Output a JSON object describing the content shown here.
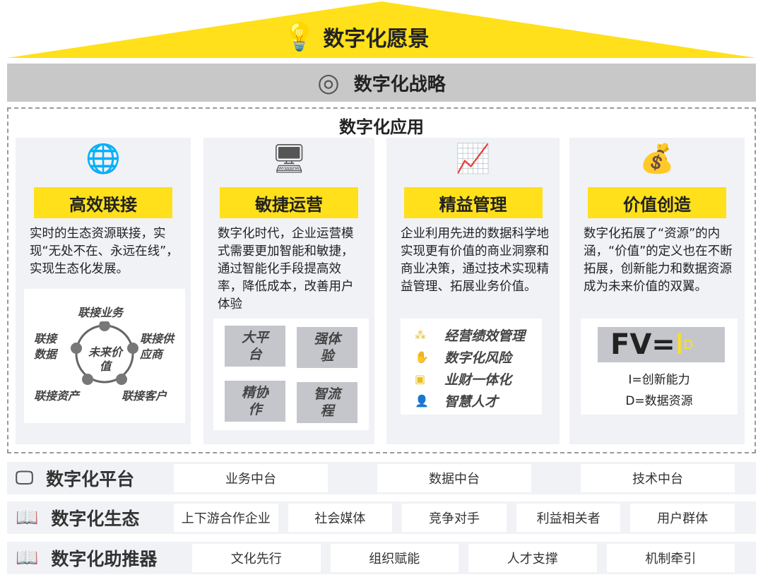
{
  "vision": {
    "title": "数字化愿景",
    "icon": "lightbulb-icon"
  },
  "strategy": {
    "title": "数字化战略",
    "icon": "target-icon"
  },
  "application": {
    "title": "数字化应用",
    "cards": [
      {
        "label": "高效联接",
        "icon": "globe-network-icon",
        "desc": "实时的生态资源联接，实现“无处不在、永远在线”，实现生态化发展。",
        "diagram": {
          "center": "未来价值",
          "nodes": [
            "联接业务",
            "联接供应商",
            "联接客户",
            "联接资产",
            "联接数据"
          ]
        }
      },
      {
        "label": "敏捷运营",
        "icon": "devices-icon",
        "desc": "数字化时代，企业运营模式需要更加智能和敏捷，通过智能化手段提高效率，降低成本，改善用户体验",
        "tiles": [
          "大平台",
          "强体验",
          "精协作",
          "智流程"
        ]
      },
      {
        "label": "精益管理",
        "icon": "analytics-chart-icon",
        "desc": "企业利用先进的数据科学地实现更有价值的商业洞察和商业决策，通过技术实现精益管理、拓展业务价值。",
        "items": [
          "经营绩效管理",
          "数字化风险",
          "业财一体化",
          "智慧人才"
        ]
      },
      {
        "label": "价值创造",
        "icon": "money-hand-icon",
        "desc": "数字化拓展了“资源”的内涵，“价值”的定义也在不断拓展，创新能力和数据资源成为未来价值的双翼。",
        "formula": {
          "lhs": "FV=",
          "i": "I",
          "d": "D",
          "legend": [
            "I=创新能力",
            "D=数据资源"
          ]
        }
      }
    ]
  },
  "rows": [
    {
      "title": "数字化平台",
      "icon": "screen-icon",
      "cells": [
        "业务中台",
        "数据中台",
        "技术中台"
      ]
    },
    {
      "title": "数字化生态",
      "icon": "book-bulb-icon",
      "cells": [
        "上下游合作企业",
        "社会媒体",
        "竞争对手",
        "利益相关者",
        "用户群体"
      ]
    },
    {
      "title": "数字化助推器",
      "icon": "book-bulb-icon",
      "cells": [
        "文化先行",
        "组织赋能",
        "人才支撑",
        "机制牵引"
      ]
    }
  ],
  "colors": {
    "accent": "#ffe01a",
    "bar": "#c8c8c8",
    "card": "#f1f2f6",
    "tile": "#c4c6cc"
  }
}
